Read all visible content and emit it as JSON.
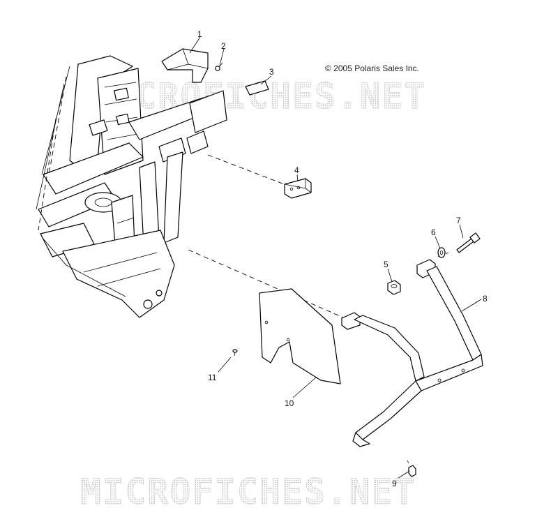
{
  "diagram": {
    "copyright": "© 2005 Polaris Sales Inc.",
    "watermark": "MICROFICHES.NET",
    "callouts": [
      "1",
      "2",
      "3",
      "4",
      "5",
      "6",
      "7",
      "8",
      "9",
      "10",
      "11"
    ]
  }
}
